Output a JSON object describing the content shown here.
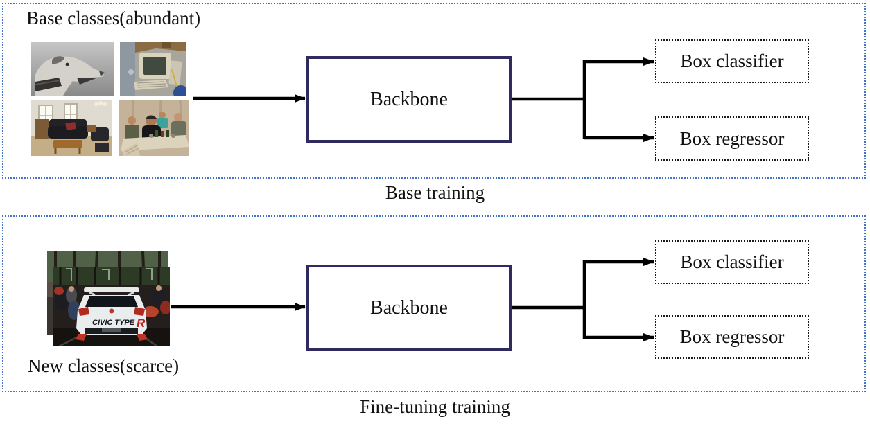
{
  "figure": {
    "colors": {
      "panel_border": "#4472c4",
      "backbone_border": "#2f2a5f",
      "output_box_border": "#1a1a1a",
      "arrow": "#000000",
      "text": "#111111",
      "background": "#ffffff"
    },
    "panels": [
      {
        "source_label": "Base classes(abundant)",
        "caption": "Base training",
        "backbone_label": "Backbone",
        "outputs": [
          {
            "label": "Box classifier"
          },
          {
            "label": "Box regressor"
          }
        ],
        "images": [
          {
            "name": "greyhound-dog-photo",
            "description": "grayscale greyhound dog head profile"
          },
          {
            "name": "crt-computer-photo",
            "description": "CRT computer monitor on a desk"
          },
          {
            "name": "living-room-photo",
            "description": "living room with dark sofa and coffee table"
          },
          {
            "name": "group-at-table-photo",
            "description": "people seated around a table"
          }
        ]
      },
      {
        "source_label": "New classes(scarce)",
        "caption": "Fine-tuning training",
        "backbone_label": "Backbone",
        "outputs": [
          {
            "label": "Box classifier"
          },
          {
            "label": "Box regressor"
          }
        ],
        "images": [
          {
            "name": "outdoor-scene-photo",
            "description": "outdoor forest scene behind the car photo"
          },
          {
            "name": "civic-type-r-car-photo",
            "description": "white hatchback race car rear view at a show",
            "badge": "CIVIC TYPE",
            "badge_accent": "R"
          }
        ]
      }
    ]
  }
}
